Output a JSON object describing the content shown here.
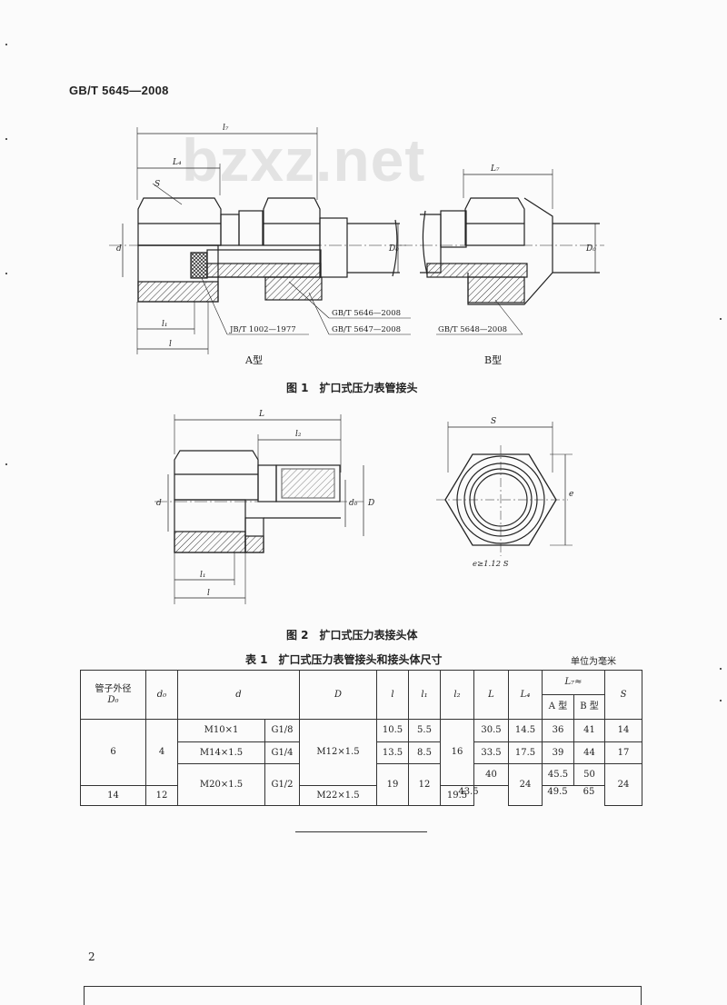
{
  "header": {
    "standard": "GB/T 5645—2008"
  },
  "watermark": "bzxz.net",
  "figure1": {
    "caption": "图 1　扩口式压力表管接头",
    "type_a_label": "A型",
    "type_b_label": "B型",
    "ref_5646": "GB/T 5646—2008",
    "ref_5647": "GB/T 5647—2008",
    "ref_5648": "GB/T 5648—2008",
    "ref_jb": "JB/T 1002—1977",
    "dims": {
      "l7": "l₇",
      "l4": "L₄",
      "L7": "L₇",
      "s": "S",
      "d": "d",
      "D0": "D₀",
      "l1": "l₁",
      "l": "l"
    }
  },
  "figure2": {
    "caption": "图 2　扩口式压力表接头体",
    "dims": {
      "L": "L",
      "l2": "l₂",
      "d": "d",
      "d0": "d₀",
      "D": "D",
      "l1": "l₁",
      "l": "l",
      "S": "S",
      "e": "e"
    },
    "note": "e≥1.12 S"
  },
  "table1": {
    "title": "表 1　扩口式压力表管接头和接头体尺寸",
    "unit": "单位为毫米",
    "headers": {
      "pipe_od": "管子外径",
      "pipe_od_sym": "D₀",
      "d0": "d₀",
      "d": "d",
      "D": "D",
      "l": "l",
      "l1": "l₁",
      "l2": "l₂",
      "L": "L",
      "L4": "L₄",
      "L7": "L₇≈",
      "typeA": "A 型",
      "typeB": "B 型",
      "S": "S"
    },
    "rows": {
      "pipe_6": "6",
      "pipe_14": "14",
      "d0_4": "4",
      "d0_12": "12",
      "d_m10": "M10×1",
      "d_g18": "G1/8",
      "d_m14": "M14×1.5",
      "d_g14": "G1/4",
      "d_m20": "M20×1.5",
      "d_g12": "G1/2",
      "D_m12": "M12×1.5",
      "D_m22": "M22×1.5",
      "l_1": "10.5",
      "l_2": "13.5",
      "l_3": "19",
      "l1_1": "5.5",
      "l1_2": "8.5",
      "l1_3": "12",
      "l2_16": "16",
      "l2_195": "19.5",
      "L_1": "30.5",
      "L_2": "33.5",
      "L_3": "40",
      "L_4": "43.5",
      "L4_1": "14.5",
      "L4_2": "17.5",
      "L4_3": "24",
      "A_1": "36",
      "A_2": "39",
      "A_3": "45.5",
      "A_4": "49.5",
      "B_1": "41",
      "B_2": "44",
      "B_3": "50",
      "B_4": "65",
      "S_1": "14",
      "S_2": "17",
      "S_3": "24"
    }
  },
  "page_number": "2"
}
